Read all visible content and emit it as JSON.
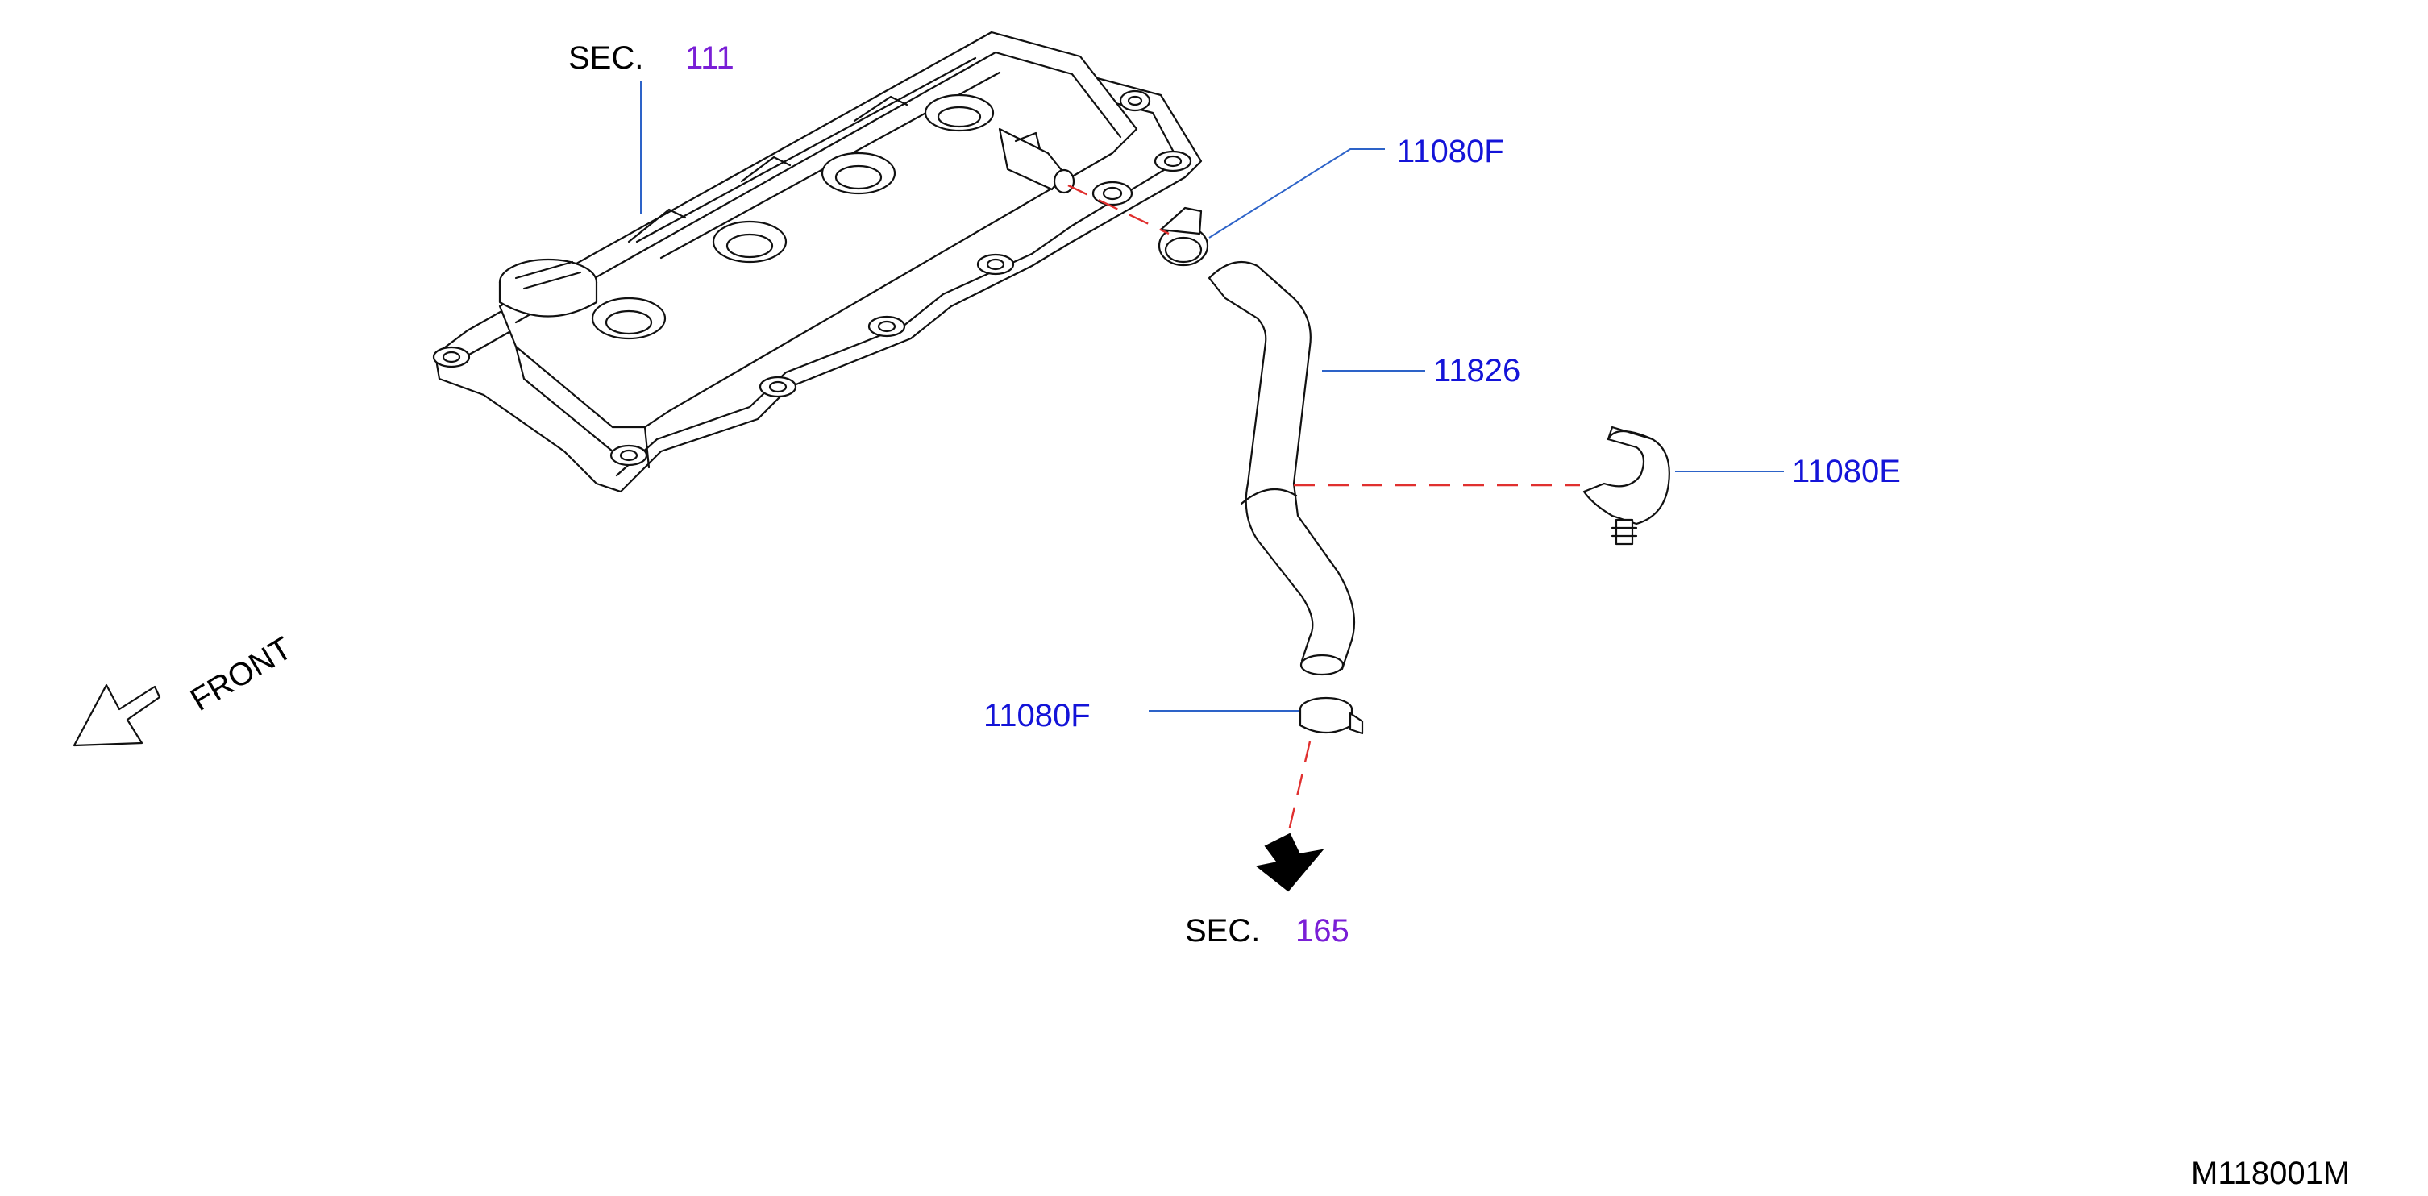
{
  "labels": {
    "sec_top": "SEC.",
    "sec_top_num": "111",
    "sec_bottom": "SEC.",
    "sec_bottom_num": "165",
    "part_11080F_top": "11080F",
    "part_11826": "11826",
    "part_11080E": "11080E",
    "part_11080F_bottom": "11080F",
    "front": "FRONT",
    "diagram_code": "M118001M"
  },
  "colors": {
    "part_number": "#1414d8",
    "section_number": "#7a1fd6",
    "leader_line": "#2d63c8",
    "dashed_guide": "#e0302f",
    "drawing": "#111111"
  }
}
